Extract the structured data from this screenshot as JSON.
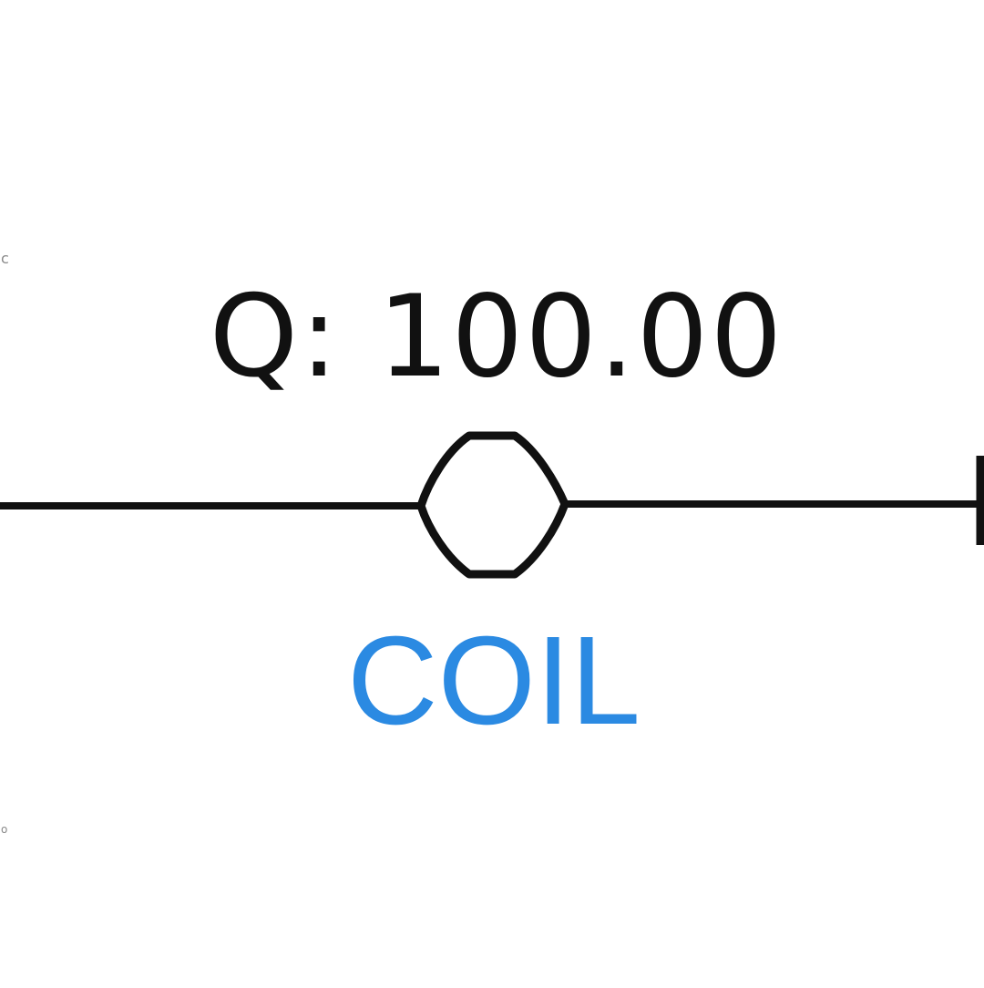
{
  "coil": {
    "value_text": "Q: 100.00",
    "name": "COIL",
    "label_color": "#2b8ae2",
    "line_color": "#111111",
    "symbol_icon": "coil-symbol-icon"
  },
  "artifacts": {
    "top_mark": "c",
    "bottom_mark": "o"
  }
}
